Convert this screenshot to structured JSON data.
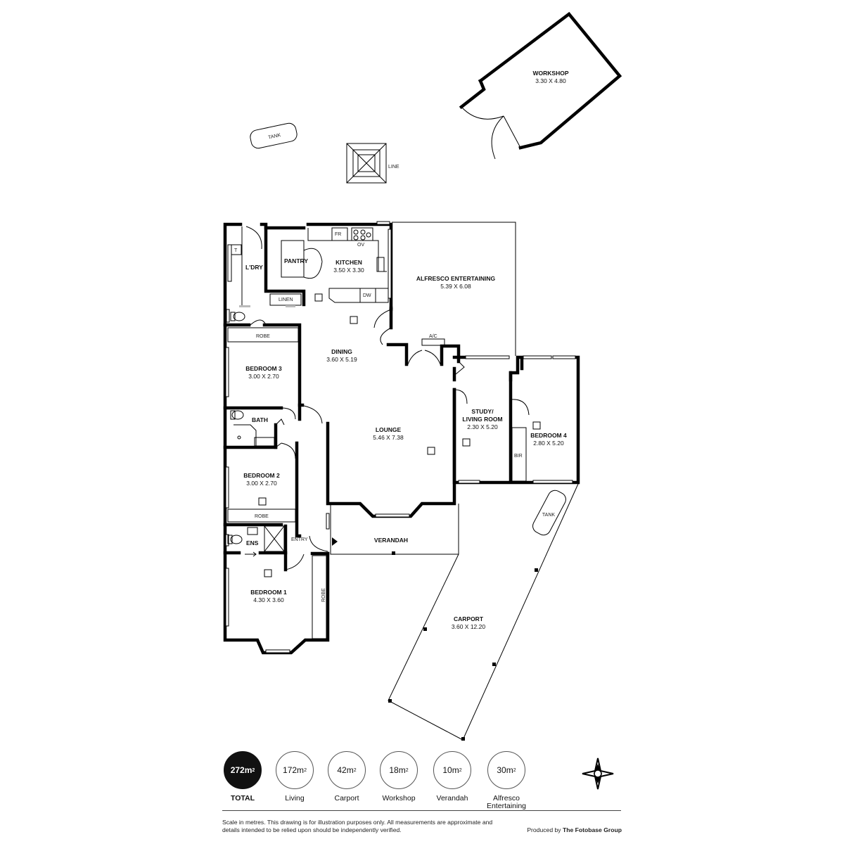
{
  "rooms": {
    "workshop": {
      "name": "WORKSHOP",
      "dims": "3.30 X 4.80"
    },
    "kitchen": {
      "name": "KITCHEN",
      "dims": "3.50 X 3.30"
    },
    "pantry": {
      "name": "PANTRY"
    },
    "laundry": {
      "name": "L'DRY"
    },
    "alfresco": {
      "name": "ALFRESCO ENTERTAINING",
      "dims": "5.39 X 6.08"
    },
    "dining": {
      "name": "DINING",
      "dims": "3.60 X 5.19"
    },
    "bedroom3": {
      "name": "BEDROOM 3",
      "dims": "3.00 X 2.70"
    },
    "bath": {
      "name": "BATH"
    },
    "lounge": {
      "name": "LOUNGE",
      "dims": "5.46 X 7.38"
    },
    "study": {
      "name_line1": "STUDY/",
      "name_line2": "LIVING ROOM",
      "dims": "2.30 X 5.20"
    },
    "bedroom4": {
      "name": "BEDROOM 4",
      "dims": "2.80 X 5.20"
    },
    "bedroom2": {
      "name": "BEDROOM 2",
      "dims": "3.00 X 2.70"
    },
    "ens": {
      "name": "ENS"
    },
    "entry": {
      "name": "ENTRY"
    },
    "verandah": {
      "name": "VERANDAH"
    },
    "bedroom1": {
      "name": "BEDROOM 1",
      "dims": "4.30 X 3.60"
    },
    "carport": {
      "name": "CARPORT",
      "dims": "3.60 X 12.20"
    }
  },
  "labels": {
    "tank": "TANK",
    "line": "LINE",
    "fridge": "FR",
    "oven": "OV",
    "dishwasher": "DW",
    "linen": "LINEN",
    "toilet": "T",
    "robe": "ROBE",
    "ac": "A/C",
    "bir": "BIR"
  },
  "summary": {
    "total": {
      "value": "272m",
      "label": "TOTAL"
    },
    "items": [
      {
        "value": "172m",
        "label": "Living"
      },
      {
        "value": "42m",
        "label": "Carport"
      },
      {
        "value": "18m",
        "label": "Workshop"
      },
      {
        "value": "10m",
        "label": "Verandah"
      },
      {
        "value": "30m",
        "label_line1": "Alfresco",
        "label_line2": "Entertaining"
      }
    ],
    "superscript": "2"
  },
  "footer": {
    "disclaimer": "Scale in metres. This drawing is for illustration purposes only. All measurements are approximate and details intended to be relied upon should be independently verified.",
    "produced_by": "Produced by",
    "producer": "The Fotobase Group"
  }
}
